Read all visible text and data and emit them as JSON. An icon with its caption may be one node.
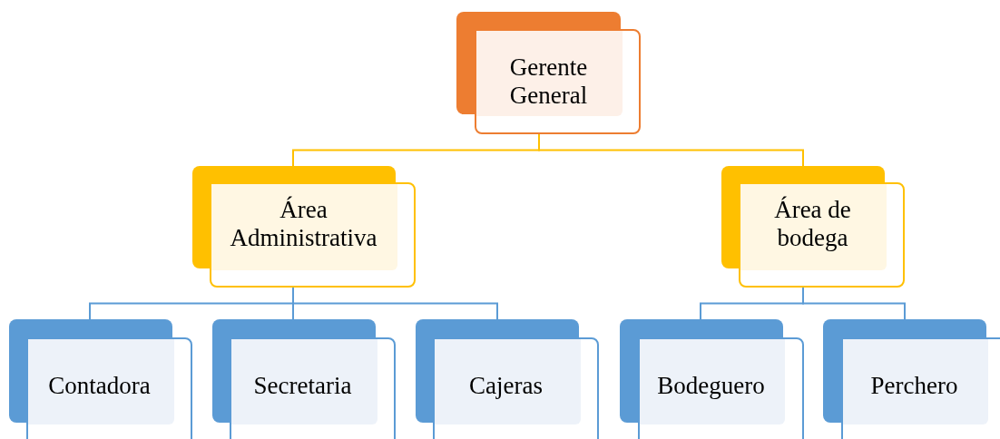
{
  "diagram": {
    "nodes": [
      {
        "text": [
          "Gerente General"
        ]
      },
      {
        "text": [
          "Área Administrativa"
        ]
      },
      {
        "text": [
          "Área de bodega"
        ]
      },
      {
        "text": [
          "Contadora"
        ]
      },
      {
        "text": [
          "Secretaria"
        ]
      },
      {
        "text": [
          "Cajeras"
        ]
      },
      {
        "text": [
          "Bodeguero"
        ]
      },
      {
        "text": [
          "Perchero"
        ]
      }
    ],
    "edges": [
      {
        "from": 0,
        "to": 1,
        "arrow": "none",
        "color": "#ffc000"
      },
      {
        "from": 0,
        "to": 2,
        "arrow": "none",
        "color": "#ffc000"
      },
      {
        "from": 1,
        "to": 3,
        "arrow": "none"
      },
      {
        "from": 1,
        "to": 4,
        "arrow": "none"
      },
      {
        "from": 1,
        "to": 5,
        "arrow": "none"
      },
      {
        "from": 2,
        "to": 6,
        "arrow": "none"
      },
      {
        "from": 2,
        "to": 7,
        "arrow": "none"
      }
    ]
  }
}
